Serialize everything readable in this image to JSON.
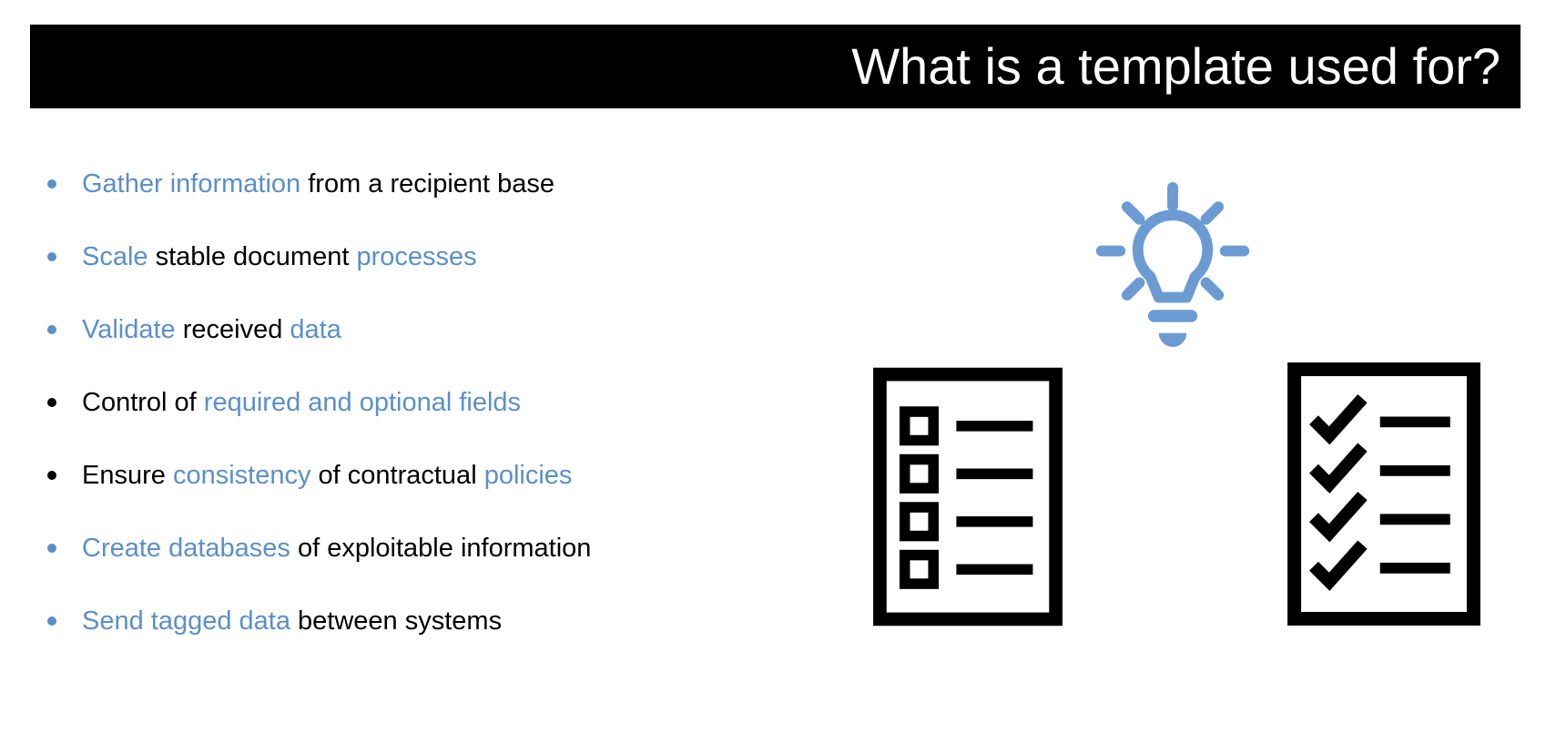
{
  "slide": {
    "title": "What is a template used for?"
  },
  "colors": {
    "accent_blue": "#5B8FC9",
    "icon_blue": "#6C9BD3",
    "text_black": "#000000",
    "title_bar_black": "#000000",
    "title_text_white": "#FFFFFF"
  },
  "icons": [
    {
      "name": "lightbulb-icon",
      "meaning": "idea lightbulb with rays"
    },
    {
      "name": "checklist-squares-icon",
      "meaning": "document with empty checkboxes"
    },
    {
      "name": "checklist-checkmarks-icon",
      "meaning": "document with checked items"
    }
  ],
  "bullets": [
    {
      "marker_color": "accent",
      "segments": [
        {
          "text": "Gather information ",
          "color": "accent"
        },
        {
          "text": "from a recipient base",
          "color": "default"
        }
      ]
    },
    {
      "marker_color": "accent",
      "segments": [
        {
          "text": "Scale ",
          "color": "accent"
        },
        {
          "text": "stable document ",
          "color": "default"
        },
        {
          "text": "processes",
          "color": "accent"
        }
      ]
    },
    {
      "marker_color": "accent",
      "segments": [
        {
          "text": "Validate ",
          "color": "accent"
        },
        {
          "text": "received ",
          "color": "default"
        },
        {
          "text": "data",
          "color": "accent"
        }
      ]
    },
    {
      "marker_color": "default",
      "segments": [
        {
          "text": "Control of ",
          "color": "default"
        },
        {
          "text": "required and optional fields",
          "color": "accent"
        }
      ]
    },
    {
      "marker_color": "default",
      "segments": [
        {
          "text": "Ensure ",
          "color": "default"
        },
        {
          "text": "consistency ",
          "color": "accent"
        },
        {
          "text": "of contractual ",
          "color": "default"
        },
        {
          "text": "policies",
          "color": "accent"
        }
      ]
    },
    {
      "marker_color": "accent",
      "segments": [
        {
          "text": "Create databases ",
          "color": "accent"
        },
        {
          "text": "of exploitable information",
          "color": "default"
        }
      ]
    },
    {
      "marker_color": "accent",
      "segments": [
        {
          "text": "Send tagged data ",
          "color": "accent"
        },
        {
          "text": "between systems",
          "color": "default"
        }
      ]
    }
  ]
}
